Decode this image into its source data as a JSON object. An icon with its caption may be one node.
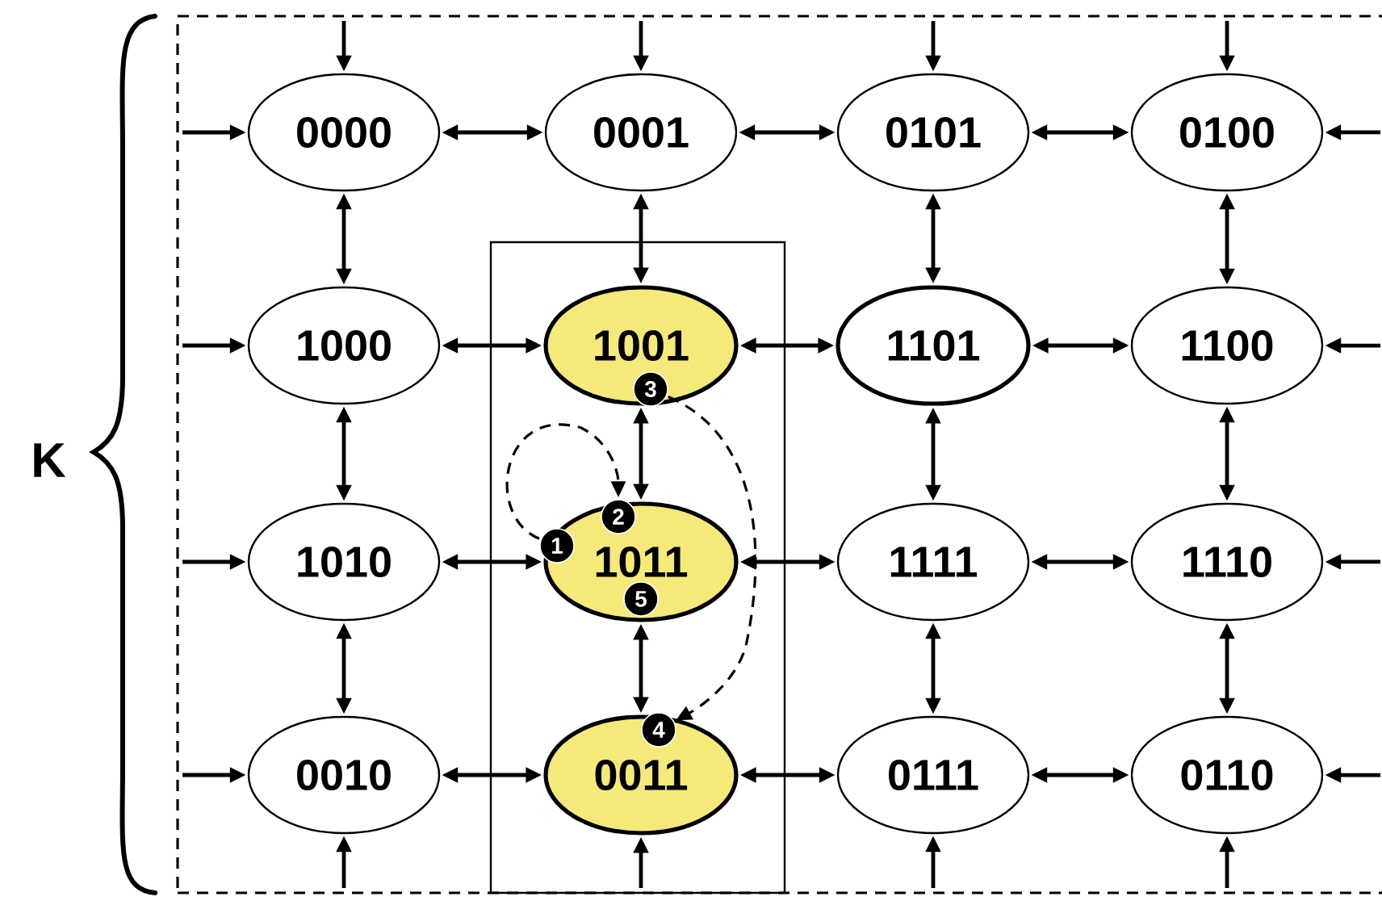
{
  "diagram": {
    "nodes": [
      {
        "text": [],
        "shape": "box"
      },
      {
        "text": [],
        "shape": "box",
        "in": 0
      },
      {
        "text": [
          "0000"
        ],
        "in": 0
      },
      {
        "text": [
          "0001"
        ],
        "in": 0
      },
      {
        "text": [
          "0101"
        ],
        "in": 0
      },
      {
        "text": [
          "0100"
        ],
        "in": 0
      },
      {
        "text": [
          "1000"
        ],
        "in": 0
      },
      {
        "text": [
          "1001"
        ],
        "in": 1
      },
      {
        "text": [
          "1101"
        ],
        "in": 0
      },
      {
        "text": [
          "1100"
        ],
        "in": 0
      },
      {
        "text": [
          "1010"
        ],
        "in": 0
      },
      {
        "text": [
          "1011"
        ],
        "in": 1
      },
      {
        "text": [
          "1111"
        ],
        "in": 0
      },
      {
        "text": [
          "1110"
        ],
        "in": 0
      },
      {
        "text": [
          "0010"
        ],
        "in": 0
      },
      {
        "text": [
          "0011"
        ],
        "in": 1
      },
      {
        "text": [
          "0111"
        ],
        "in": 0
      },
      {
        "text": [
          "0110"
        ],
        "in": 0
      },
      {
        "text": [
          "1"
        ],
        "in": 1
      },
      {
        "text": [
          "2"
        ],
        "in": 1
      },
      {
        "text": [
          "3"
        ],
        "in": 7
      },
      {
        "text": [
          "4"
        ],
        "in": 1
      },
      {
        "text": [
          "5"
        ],
        "in": 11
      }
    ],
    "edges": [
      {
        "from": 2,
        "to": 3,
        "arrow": "both"
      },
      {
        "from": 3,
        "to": 4,
        "arrow": "both"
      },
      {
        "from": 4,
        "to": 5,
        "arrow": "both"
      },
      {
        "from": 6,
        "to": 7,
        "arrow": "both"
      },
      {
        "from": 7,
        "to": 8,
        "arrow": "both"
      },
      {
        "from": 8,
        "to": 9,
        "arrow": "both"
      },
      {
        "from": 10,
        "to": 11,
        "arrow": "both"
      },
      {
        "from": 11,
        "to": 12,
        "arrow": "both"
      },
      {
        "from": 12,
        "to": 13,
        "arrow": "both"
      },
      {
        "from": 14,
        "to": 15,
        "arrow": "both"
      },
      {
        "from": 15,
        "to": 16,
        "arrow": "both"
      },
      {
        "from": 16,
        "to": 17,
        "arrow": "both"
      },
      {
        "from": 2,
        "to": 6,
        "arrow": "both"
      },
      {
        "from": 6,
        "to": 10,
        "arrow": "both"
      },
      {
        "from": 10,
        "to": 14,
        "arrow": "both"
      },
      {
        "from": 3,
        "to": 7,
        "arrow": "both"
      },
      {
        "from": 7,
        "to": 11,
        "arrow": "both"
      },
      {
        "from": 11,
        "to": 15,
        "arrow": "both"
      },
      {
        "from": 4,
        "to": 8,
        "arrow": "both"
      },
      {
        "from": 8,
        "to": 12,
        "arrow": "both"
      },
      {
        "from": 12,
        "to": 16,
        "arrow": "both"
      },
      {
        "from": 5,
        "to": 9,
        "arrow": "both"
      },
      {
        "from": 9,
        "to": 13,
        "arrow": "both"
      },
      {
        "from": 13,
        "to": 17,
        "arrow": "both"
      },
      {
        "from": null,
        "to": 2,
        "arrow": "to"
      },
      {
        "from": null,
        "to": 3,
        "arrow": "to"
      },
      {
        "from": null,
        "to": 4,
        "arrow": "to"
      },
      {
        "from": null,
        "to": 5,
        "arrow": "to"
      },
      {
        "from": null,
        "to": 2,
        "arrow": "to"
      },
      {
        "from": null,
        "to": 6,
        "arrow": "to"
      },
      {
        "from": null,
        "to": 10,
        "arrow": "to"
      },
      {
        "from": null,
        "to": 14,
        "arrow": "to"
      },
      {
        "from": null,
        "to": 5,
        "arrow": "to"
      },
      {
        "from": null,
        "to": 9,
        "arrow": "to"
      },
      {
        "from": null,
        "to": 13,
        "arrow": "to"
      },
      {
        "from": null,
        "to": 17,
        "arrow": "to"
      },
      {
        "from": null,
        "to": 14,
        "arrow": "to"
      },
      {
        "from": null,
        "to": 15,
        "arrow": "to"
      },
      {
        "from": null,
        "to": 16,
        "arrow": "to"
      },
      {
        "from": null,
        "to": 17,
        "arrow": "to"
      },
      {
        "from": 18,
        "to": 19,
        "arrow": "to",
        "style": "dashed"
      },
      {
        "from": 20,
        "to": 21,
        "arrow": "to",
        "style": "dashed"
      }
    ],
    "labels": [
      "K"
    ]
  }
}
